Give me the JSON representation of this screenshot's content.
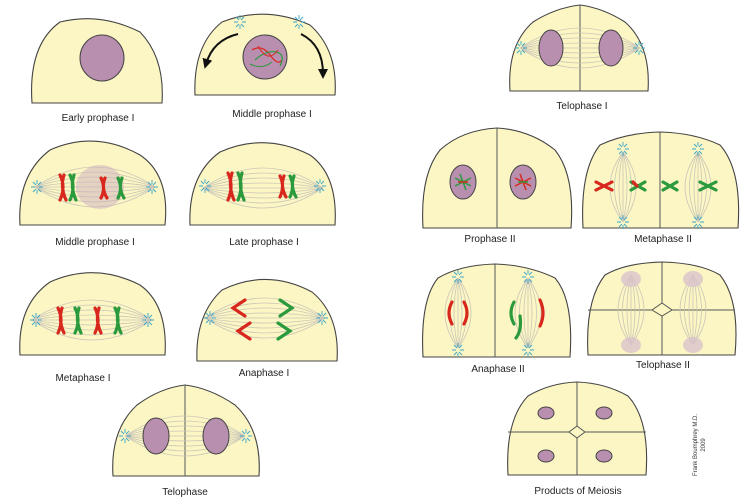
{
  "colors": {
    "cytoplasm": "#fcf6c4",
    "nucleus": "#b98fb0",
    "chromatid_red": "#d8281e",
    "chromatid_green": "#2a9a3c",
    "centrosome": "#3aa7c9",
    "spindle": "#c9c6b8"
  },
  "labels": {
    "early_prophase_1": "Early prophase I",
    "middle_prophase_1_a": "Middle prophase I",
    "middle_prophase_1_b": "Middle prophase I",
    "late_prophase_1": "Late prophase I",
    "metaphase_1": "Metaphase I",
    "anaphase_1": "Anaphase I",
    "telophase": "Telophase",
    "telophase_1": "Telophase I",
    "prophase_2": "Prophase II",
    "metaphase_2": "Metaphase II",
    "anaphase_2": "Anaphase II",
    "telophase_2": "Telophase II",
    "products": "Products of Meiosis"
  },
  "credit": {
    "name": "Frank Boumphrey M.D.",
    "year": "2009"
  }
}
